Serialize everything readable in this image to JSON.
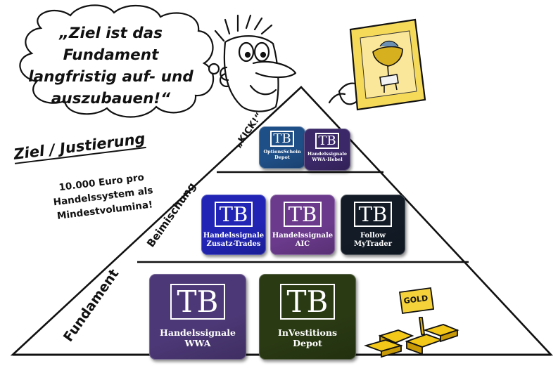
{
  "thought_bubble": {
    "lines": [
      "„Ziel ist das",
      "Fundament",
      "langfristig auf- und",
      "auszubauen!“"
    ]
  },
  "goal": {
    "title": "Ziel / Justierung",
    "lines": [
      "10.000 Euro pro",
      "Handelssystem als",
      "Mindestvolumina!"
    ]
  },
  "pyramid_levels": {
    "kick": "„KICK!“",
    "beimischung": "Beimischung",
    "fundament": "Fundament"
  },
  "tiles": {
    "optionsschein": {
      "logo": "TB",
      "line1": "OptionsSchein",
      "line2": "Depot",
      "color": "#1f4f87"
    },
    "wwa_hebel": {
      "logo": "TB",
      "line1": "Handelssignale",
      "line2": "WWA-Hebel",
      "color": "#3b2868"
    },
    "zusatz_trades": {
      "logo": "TB",
      "line1": "Handelssignale",
      "line2": "Zusatz-Trades",
      "color": "#2124b4"
    },
    "aic": {
      "logo": "TB",
      "line1": "Handelssignale",
      "line2": "AIC",
      "color": "#6b3a8c"
    },
    "follow": {
      "logo": "TB",
      "line1": "Follow",
      "line2": "MyTrader",
      "color": "#121b26"
    },
    "wwa": {
      "logo": "TB",
      "line1": "Handelssignale",
      "line2": "WWA",
      "color": "#4c3876"
    },
    "investitions": {
      "logo": "TB",
      "line1": "InVestitions",
      "line2": "Depot",
      "color": "#2a3a13"
    }
  },
  "gold_sign": "GOLD",
  "colors": {
    "outline": "#111111",
    "pyramid_fill": "#ffffff",
    "gold": "#f3c819",
    "skin": "#ffffff"
  }
}
